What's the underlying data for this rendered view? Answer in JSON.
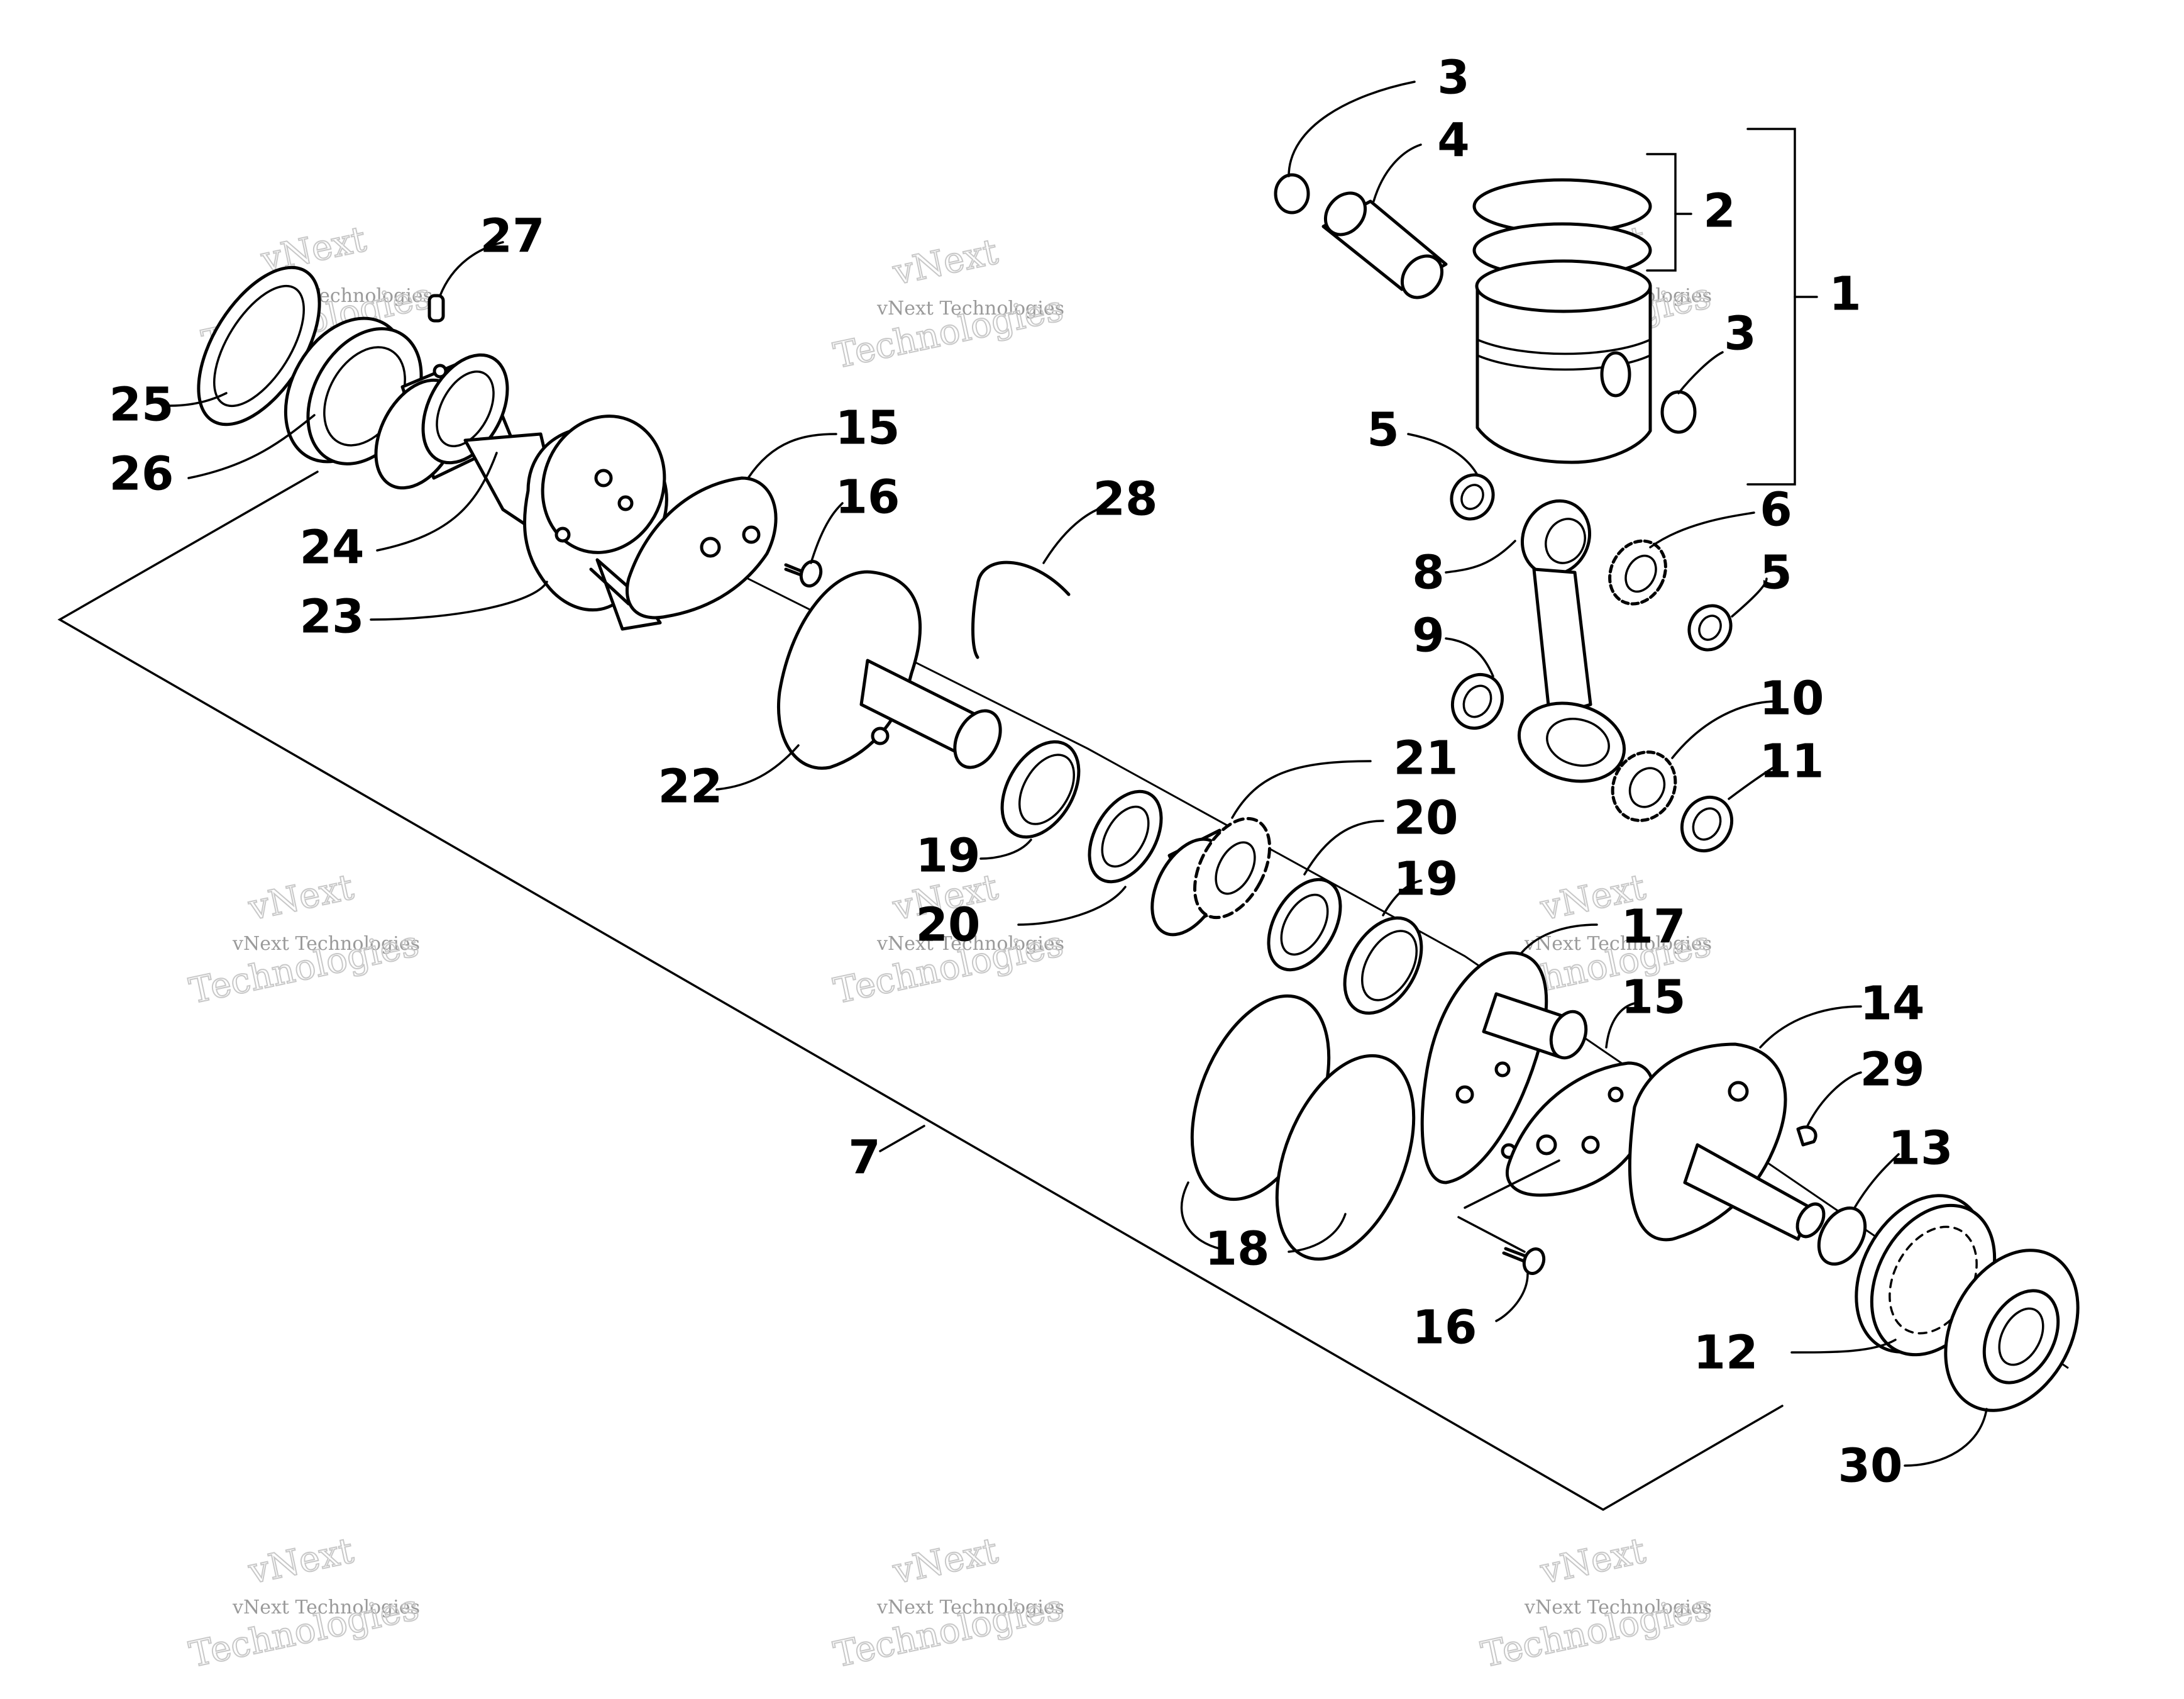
{
  "diagram": {
    "callouts": [
      {
        "id": "c1",
        "text": "1"
      },
      {
        "id": "c2",
        "text": "2"
      },
      {
        "id": "c3a",
        "text": "3"
      },
      {
        "id": "c3b",
        "text": "3"
      },
      {
        "id": "c4",
        "text": "4"
      },
      {
        "id": "c5a",
        "text": "5"
      },
      {
        "id": "c5b",
        "text": "5"
      },
      {
        "id": "c6",
        "text": "6"
      },
      {
        "id": "c7",
        "text": "7"
      },
      {
        "id": "c8",
        "text": "8"
      },
      {
        "id": "c9",
        "text": "9"
      },
      {
        "id": "c10",
        "text": "10"
      },
      {
        "id": "c11",
        "text": "11"
      },
      {
        "id": "c12",
        "text": "12"
      },
      {
        "id": "c13",
        "text": "13"
      },
      {
        "id": "c14",
        "text": "14"
      },
      {
        "id": "c15a",
        "text": "15"
      },
      {
        "id": "c15b",
        "text": "15"
      },
      {
        "id": "c16a",
        "text": "16"
      },
      {
        "id": "c16b",
        "text": "16"
      },
      {
        "id": "c17",
        "text": "17"
      },
      {
        "id": "c18",
        "text": "18"
      },
      {
        "id": "c19a",
        "text": "19"
      },
      {
        "id": "c19b",
        "text": "19"
      },
      {
        "id": "c20a",
        "text": "20"
      },
      {
        "id": "c20b",
        "text": "20"
      },
      {
        "id": "c21",
        "text": "21"
      },
      {
        "id": "c22",
        "text": "22"
      },
      {
        "id": "c23",
        "text": "23"
      },
      {
        "id": "c24",
        "text": "24"
      },
      {
        "id": "c25",
        "text": "25"
      },
      {
        "id": "c26",
        "text": "26"
      },
      {
        "id": "c27",
        "text": "27"
      },
      {
        "id": "c28",
        "text": "28"
      },
      {
        "id": "c29",
        "text": "29"
      },
      {
        "id": "c30",
        "text": "30"
      }
    ]
  },
  "watermark": {
    "line1": "vNext Technologies",
    "line2": "vNext",
    "line3": "Technologies"
  },
  "colors": {
    "ink": "#000000",
    "paper": "#ffffff",
    "watermark": "#9a9a9a"
  }
}
